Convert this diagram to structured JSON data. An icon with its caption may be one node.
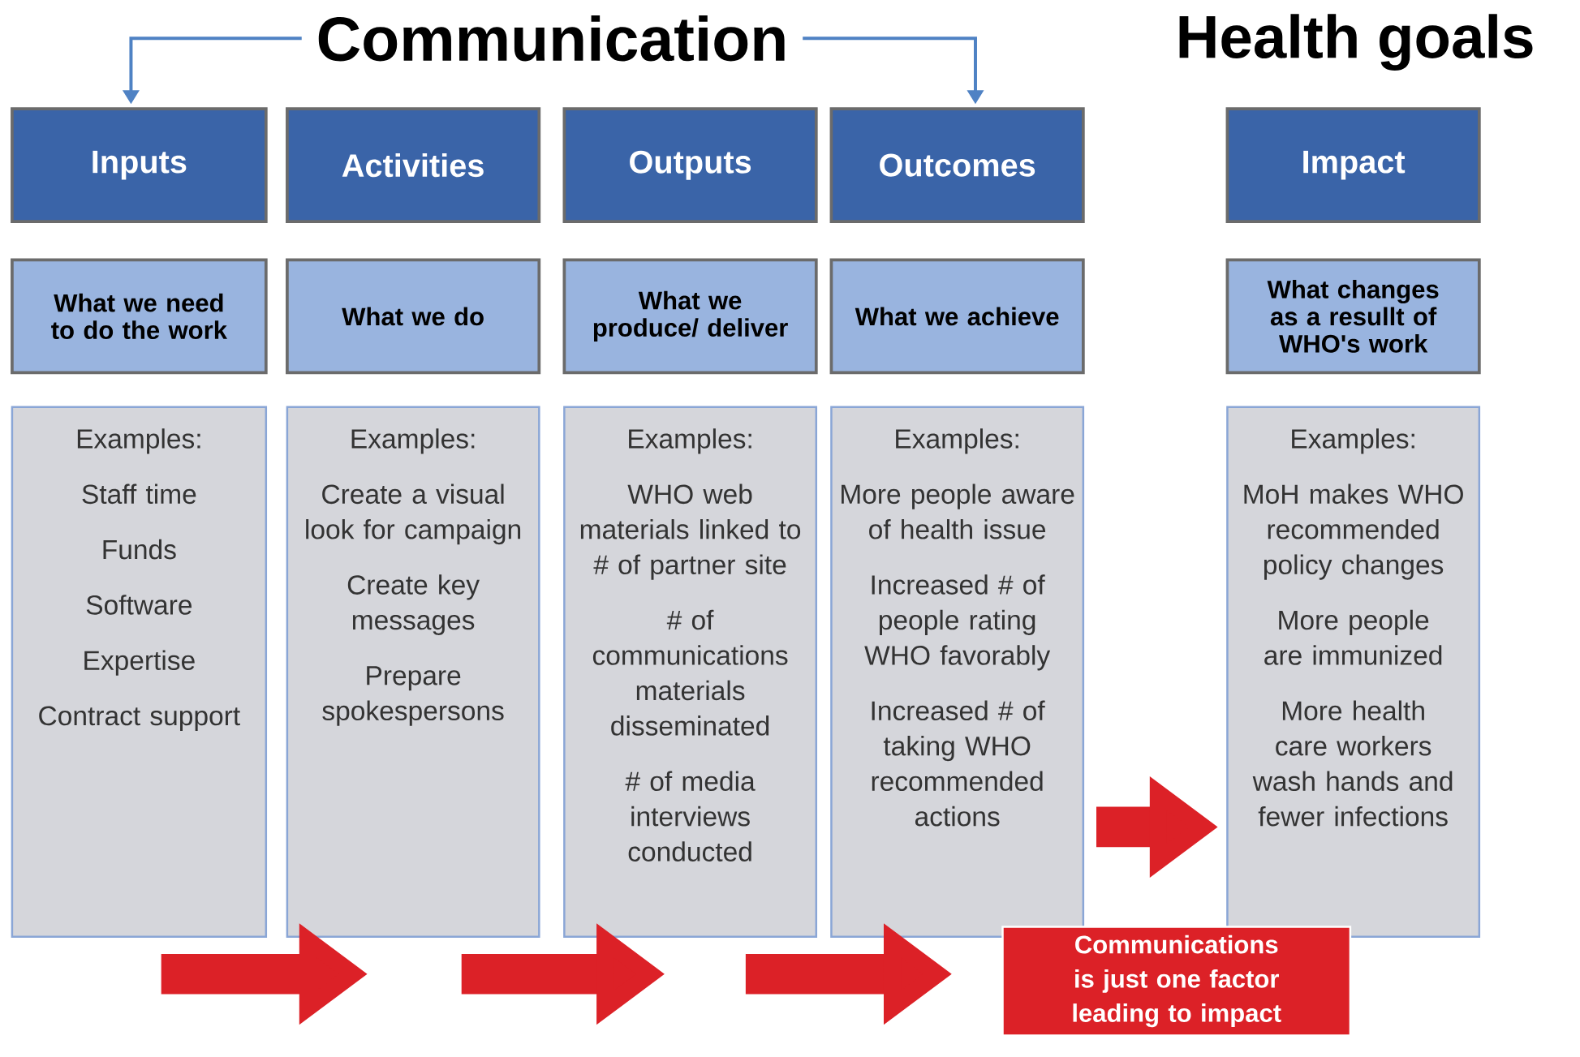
{
  "diagram": {
    "nodes": [
      {
        "text": [
          "Communication"
        ]
      },
      {
        "text": [
          "Inputs"
        ]
      },
      {
        "text": [
          "What we need to do the work"
        ]
      },
      {
        "text": [
          "Examples:",
          "Staff time",
          "Funds",
          "Software",
          "Expertise",
          "Contract support"
        ]
      },
      {
        "text": [
          "Activities"
        ]
      },
      {
        "text": [
          "What we do"
        ]
      },
      {
        "text": [
          "Examples:",
          "Create a visual look for campaign",
          "Create key messages",
          "Prepare spokespersons"
        ]
      },
      {
        "text": [
          "Outputs"
        ]
      },
      {
        "text": [
          "What we produce/ deliver"
        ]
      },
      {
        "text": [
          "Examples:",
          "WHO web materials linked to # of partner site",
          "# of communications materials disseminated",
          "# of media interviews conducted"
        ]
      },
      {
        "text": [
          "Outcomes"
        ]
      },
      {
        "text": [
          "What we achieve"
        ]
      },
      {
        "text": [
          "Examples:",
          "More people aware of health issue",
          "Increased # of people rating WHO favorably",
          "Increased # of taking WHO recommended actions"
        ]
      },
      {
        "text": [
          "Impact"
        ]
      },
      {
        "text": [
          "What changes as a resullt of WHO's work"
        ]
      },
      {
        "text": [
          "Examples:",
          "MoH makes WHO recommended policy changes",
          "More people are immunized",
          "More health care workers wash hands and fewer infections"
        ]
      },
      {
        "text": [
          "Communications is just one factor leading to impact"
        ]
      }
    ],
    "edges": [
      {
        "from": 0,
        "to": 1,
        "arrow": "to",
        "color": "#4f82c4"
      },
      {
        "from": 0,
        "to": 10,
        "arrow": "to",
        "color": "#4f82c4"
      },
      {
        "from": 3,
        "to": 6,
        "arrow": "to",
        "color": "#dc2127"
      },
      {
        "from": 6,
        "to": 9,
        "arrow": "to",
        "color": "#dc2127"
      },
      {
        "from": 9,
        "to": 12,
        "arrow": "to",
        "color": "#dc2127"
      },
      {
        "from": 12,
        "to": 15,
        "arrow": "to",
        "color": "#dc2127"
      }
    ],
    "labels": [
      "Health goals"
    ]
  }
}
